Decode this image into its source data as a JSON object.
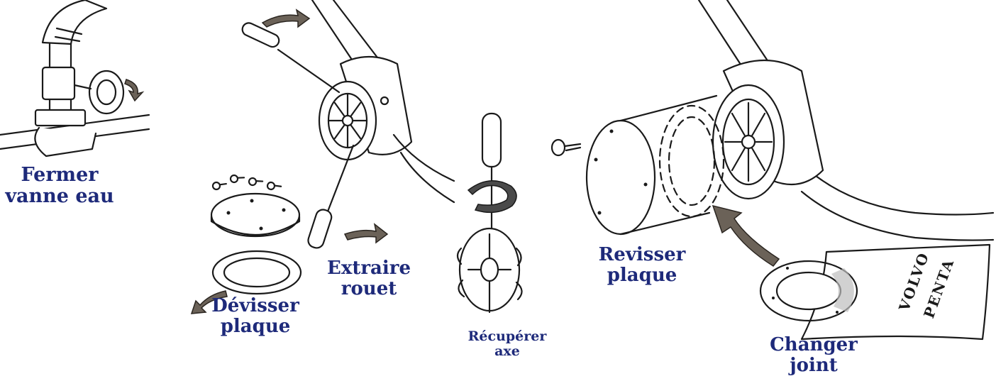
{
  "steps": [
    {
      "line1": "Fermer",
      "line2": "vanne eau"
    },
    {
      "line1": "Dévisser",
      "line2": "plaque"
    },
    {
      "line1": "Extraire",
      "line2": "rouet"
    },
    {
      "line1": "Récupérer",
      "line2": "axe"
    },
    {
      "line1": "Revisser",
      "line2": "plaque"
    },
    {
      "line1": "Changer",
      "line2": "joint"
    }
  ],
  "kit_label": {
    "line1": "VOLVO",
    "line2": "PENTA"
  },
  "colors": {
    "caption": "#1e2a7a",
    "arrow": "#6b6258",
    "line": "#1a1a1a"
  },
  "icons": [
    "water-valve",
    "pump-cover-plate",
    "screws",
    "gasket",
    "screwdriver",
    "impeller",
    "pump-body",
    "gasket-kit-packet",
    "curved-arrow"
  ]
}
